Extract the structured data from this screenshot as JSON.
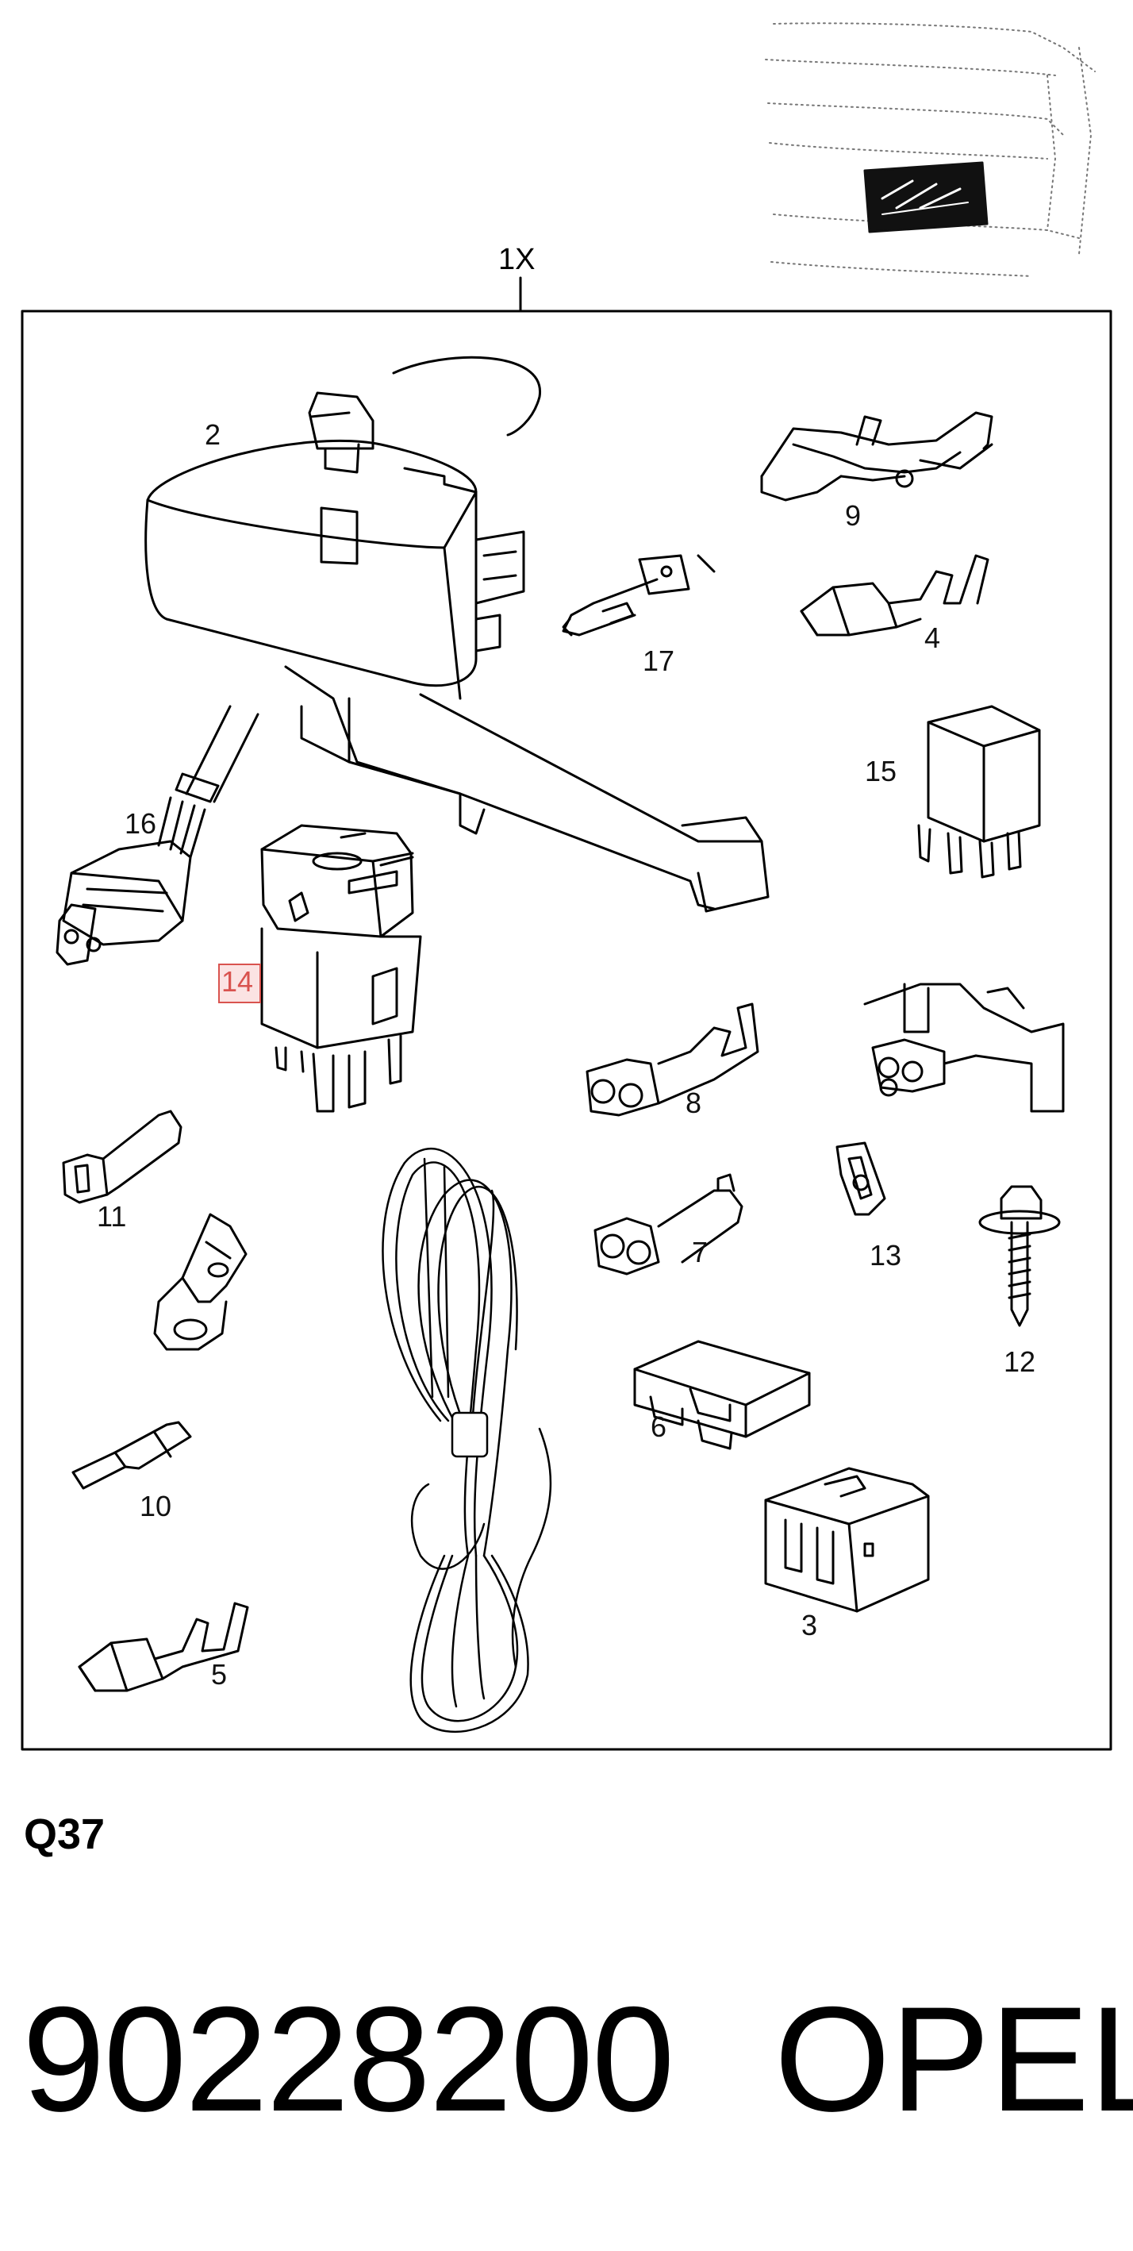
{
  "assembly": {
    "label": "1X"
  },
  "section": {
    "code": "Q37"
  },
  "footer": {
    "part_number": "90228200",
    "brand": "OPEL"
  },
  "highlight": {
    "part": "14"
  },
  "parts": {
    "p2": "2",
    "p3": "3",
    "p4": "4",
    "p5": "5",
    "p6": "6",
    "p7": "7",
    "p8": "8",
    "p9": "9",
    "p10": "10",
    "p11": "11",
    "p12": "12",
    "p13": "13",
    "p14": "14",
    "p15": "15",
    "p16": "16",
    "p17": "17"
  },
  "icons": [
    "fog-lamp-icon",
    "bulb-icon",
    "relay-icon",
    "fuse-icon",
    "wire-harness-icon",
    "screw-icon",
    "connector-icon",
    "terminal-icon",
    "clip-icon",
    "bracket-icon"
  ],
  "colors": {
    "line": "#000000",
    "highlight_border": "#d9534f",
    "highlight_fill": "#fbe3e3"
  }
}
